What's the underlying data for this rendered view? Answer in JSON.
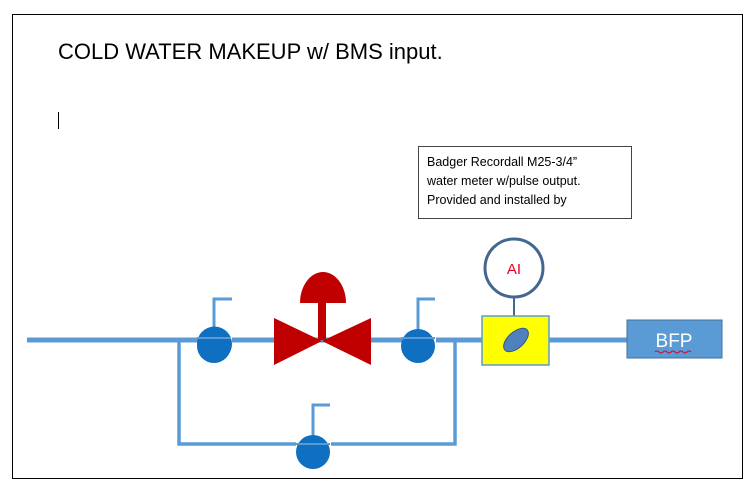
{
  "title": "COLD WATER MAKEUP w/ BMS input.",
  "note": {
    "lines": [
      "Badger Recordall M25-3/4”",
      "water meter w/pulse output.",
      "Provided and installed by"
    ]
  },
  "instrument": {
    "label": "AI",
    "label_color": "#e8001c",
    "ring_color": "#44678f"
  },
  "bfp": {
    "label": "BFP",
    "fill": "#5b9bd5"
  },
  "colors": {
    "pipe": "#5b9bd5",
    "ball_valve": "#0f6fc0",
    "control_valve": "#c00000",
    "meter_fill": "#ffff00",
    "meter_disc": "#4f81bd"
  }
}
